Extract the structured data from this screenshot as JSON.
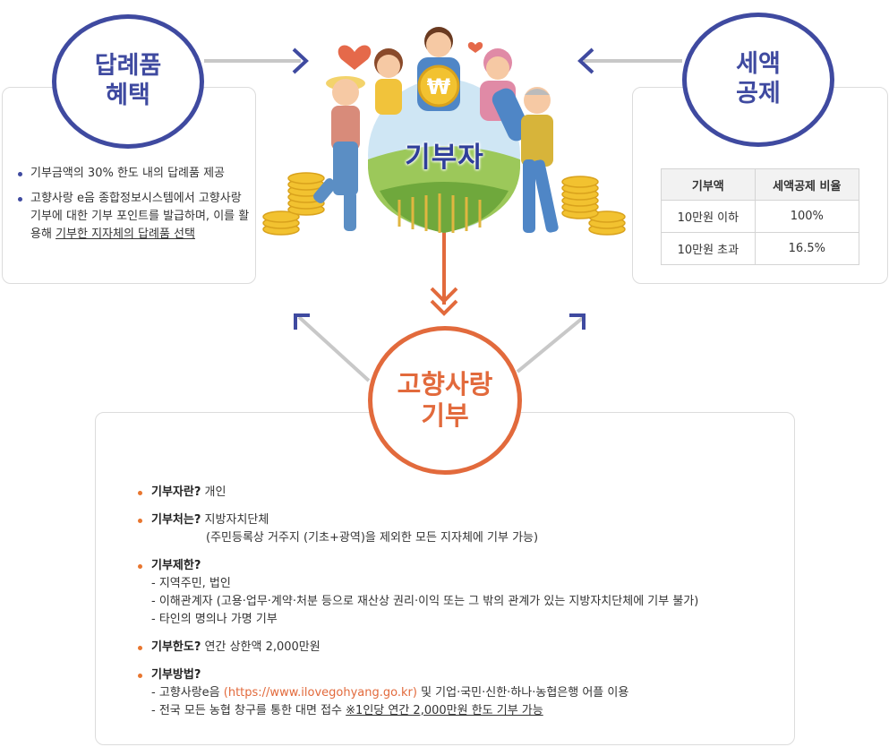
{
  "gift": {
    "title_line1": "답례품",
    "title_line2": "혜택",
    "items": [
      {
        "text": "기부금액의 30% 한도 내의 답례품 제공",
        "underline": ""
      },
      {
        "text": "고향사랑 e음 종합정보시스템에서 고향사랑기부에 대한 기부 포인트를 발급하며, 이를 활용해 ",
        "underline": "기부한 지자체의 답례품 선택"
      }
    ]
  },
  "tax": {
    "title_line1": "세액",
    "title_line2": "공제",
    "headers": [
      "기부액",
      "세액공제 비율"
    ],
    "rows": [
      [
        "10만원 이하",
        "100%"
      ],
      [
        "10만원 초과",
        "16.5%"
      ]
    ]
  },
  "donor": {
    "title": "기부자",
    "coin_symbol": "₩"
  },
  "main": {
    "title_line1": "고향사랑",
    "title_line2": "기부"
  },
  "info": {
    "who": {
      "q": "기부자란?",
      "a": "개인"
    },
    "where": {
      "q": "기부처는?",
      "a": "지방자치단체",
      "note": "(주민등록상 거주지 (기초+광역)을 제외한 모든 지자체에 기부 가능)"
    },
    "limit_rule": {
      "q": "기부제한?",
      "items": [
        "- 지역주민, 법인",
        "- 이해관계자 (고용·업무·계약·처분 등으로 재산상 권리·이익 또는 그 밖의 관계가 있는 지방자치단체에 기부 불가)",
        "- 타인의 명의나 가명 기부"
      ]
    },
    "cap": {
      "q": "기부한도?",
      "a": "연간 상한액 2,000만원"
    },
    "method": {
      "q": "기부방법?",
      "line1_prefix": "- 고향사랑e음 ",
      "line1_link": "(https://www.ilovegohyang.go.kr)",
      "line1_suffix": " 및 기업·국민·신한·하나·농협은행 어플 이용",
      "line2_prefix": "- 전국 모든 농협 창구를 통한 대면 접수 ",
      "line2_underline": "※1인당 연간  2,000만원 한도 기부 가능"
    }
  },
  "colors": {
    "blue": "#3f4aa0",
    "orange": "#e26a3c",
    "arrow_gray": "#c8c8c8",
    "coin": "#f2c230"
  }
}
